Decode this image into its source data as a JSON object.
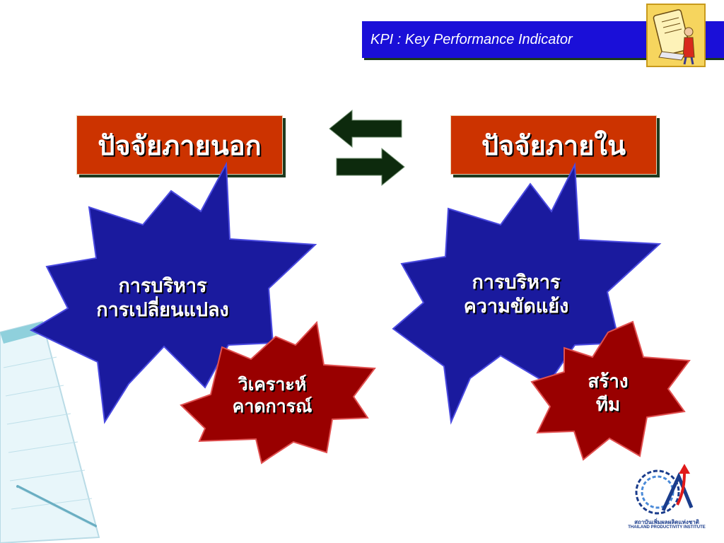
{
  "banner": {
    "title": "KPI : Key Performance Indicator"
  },
  "labels": {
    "left": "ปัจจัยภายนอก",
    "right": "ปัจจัยภายใน"
  },
  "stars": {
    "blue_left": {
      "line1": "การบริหาร",
      "line2": "การเปลี่ยนแปลง"
    },
    "blue_right": {
      "line1": "การบริหาร",
      "line2": "ความขัดแย้ง"
    },
    "red_left": {
      "line1": "วิเคราะห์",
      "line2": "คาดการณ์"
    },
    "red_right": {
      "line1": "สร้าง",
      "line2": "ทีม"
    }
  },
  "logo": {
    "name_th": "สถาบันเพิ่มผลผลิตแห่งชาติ",
    "name_en": "THAILAND PRODUCTIVITY INSTITUTE"
  },
  "icons": {
    "clipart": "document-person-clipart-icon",
    "arrows": "exchange-arrows-icon",
    "logo": "institute-logo-icon"
  },
  "colors": {
    "banner": "#1a0fd8",
    "label_box": "#cc3300",
    "blue_star": "#1a1a9e",
    "red_star": "#990000",
    "arrows": "#0d2a0d"
  }
}
